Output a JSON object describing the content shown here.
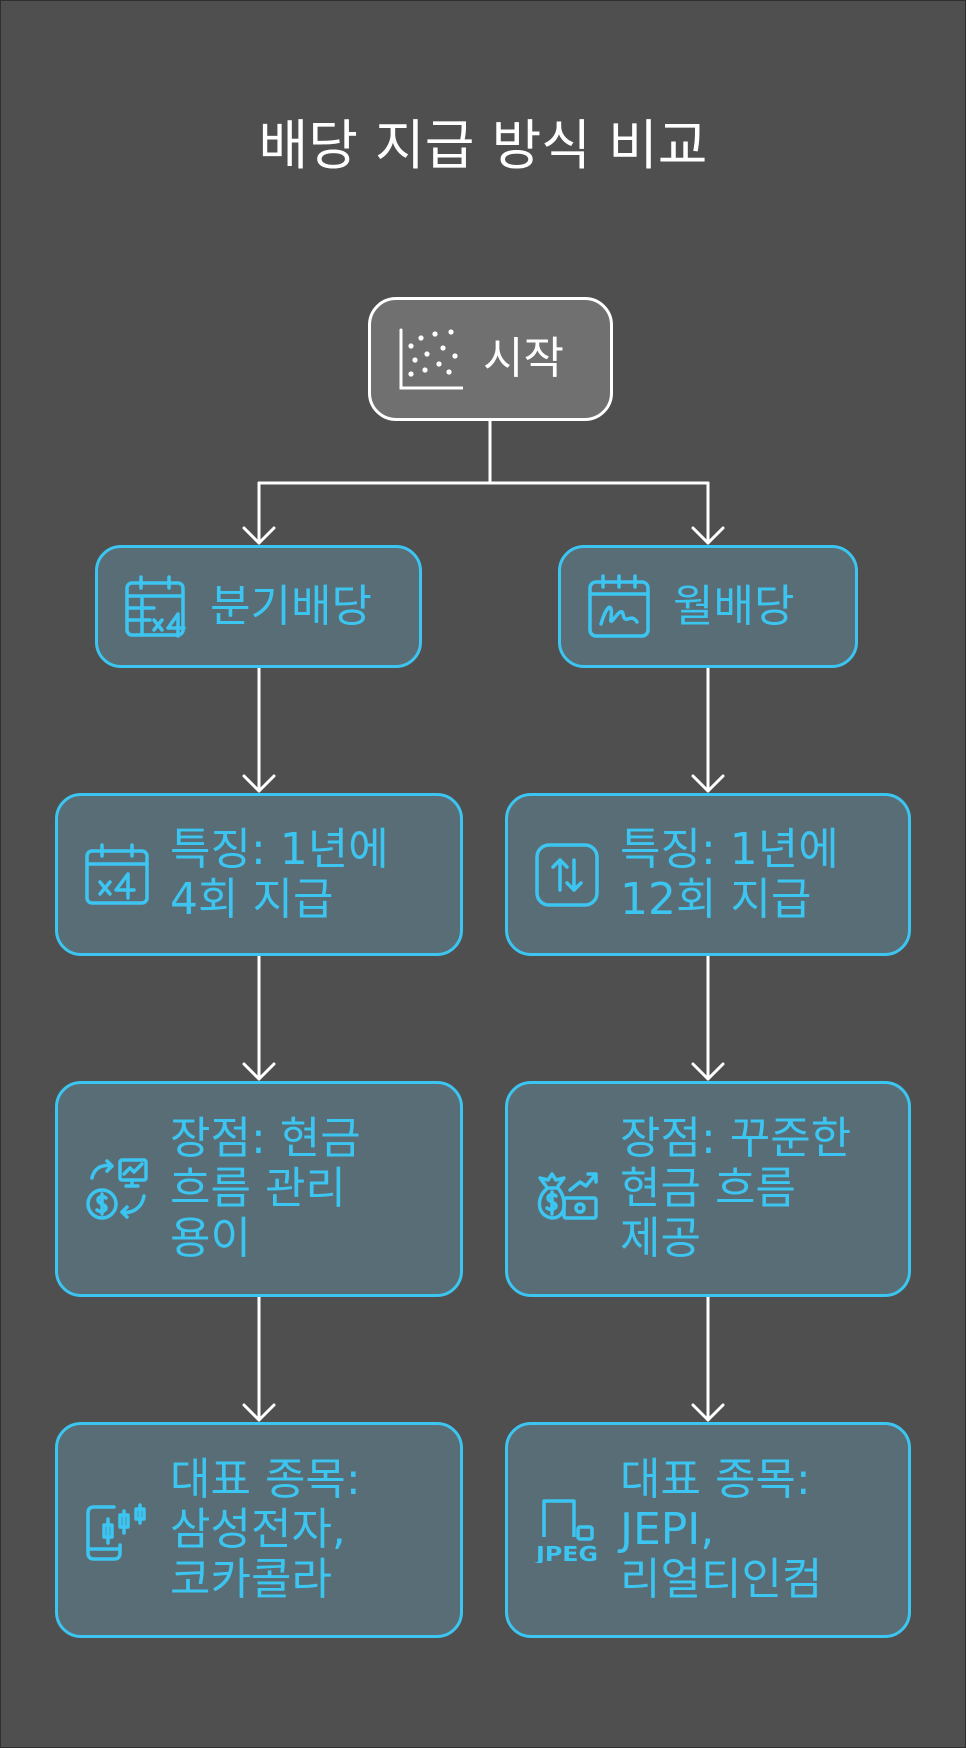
{
  "title": "배당 지급 방식 비교",
  "colors": {
    "background": "#4f4f4f",
    "accent": "#3cc5f0",
    "node_fill": "#586d76",
    "start_fill": "#707070",
    "connector": "#ffffff"
  },
  "nodes": {
    "start": {
      "label": "시작",
      "icon": "scatter-plot-icon"
    },
    "quarterly": {
      "label": "분기배당",
      "icon": "calendar-x4-icon"
    },
    "monthly": {
      "label": "월배당",
      "icon": "calendar-signature-icon"
    },
    "quarterly_feature": {
      "label": "특징: 1년에 4회 지급",
      "icon": "calendar-x4-icon"
    },
    "monthly_feature": {
      "label": "특징: 1년에 12회 지급",
      "icon": "exchange-arrows-icon"
    },
    "quarterly_advantage": {
      "label": "장점: 현금 흐름 관리 용이",
      "icon": "cash-flow-chart-icon"
    },
    "monthly_advantage": {
      "label": "장점: 꾸준한 현금 흐름 제공",
      "icon": "money-bag-growth-icon"
    },
    "quarterly_examples": {
      "label": "대표 종목: 삼성전자, 코카콜라",
      "icon": "mobile-stock-chart-icon"
    },
    "monthly_examples": {
      "label": "대표 종목: JEPI, 리얼티인컴",
      "icon": "jpeg-file-icon"
    }
  }
}
